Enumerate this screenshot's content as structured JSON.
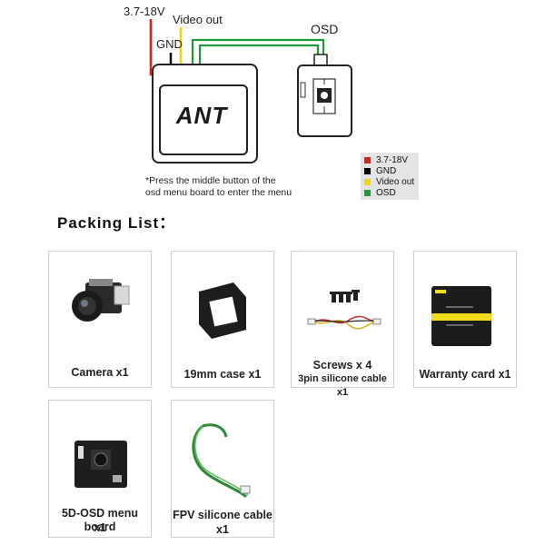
{
  "diagram": {
    "power_label": "3.7-18V",
    "gnd_label": "GND",
    "video_label": "Video out",
    "osd_label": "OSD",
    "camera_logo": "ANT",
    "note_line1": "*Press the middle button of the",
    "note_line2": "osd menu board to enter the menu",
    "legend": [
      {
        "label": "3.7-18V",
        "color": "#e01e1e"
      },
      {
        "label": "GND",
        "color": "#000000"
      },
      {
        "label": "Video out",
        "color": "#f2d40a"
      },
      {
        "label": "OSD",
        "color": "#1f9a3a"
      }
    ]
  },
  "packing": {
    "title": "Packing List：",
    "items": [
      {
        "line1": "Camera x1",
        "line2": ""
      },
      {
        "line1": "19mm case x1",
        "line2": ""
      },
      {
        "line1": "Screws x 4",
        "line2": "3pin silicone cable x1"
      },
      {
        "line1": "Warranty card x1",
        "line2": ""
      },
      {
        "line1": "5D-OSD menu board",
        "line2": "x1"
      },
      {
        "line1": "FPV silicone cable",
        "line2": "x1"
      }
    ]
  },
  "colors": {
    "wire_red": "#e01e1e",
    "wire_black": "#111111",
    "wire_yellow": "#f2d40a",
    "wire_green": "#1f9a3a",
    "card_yellow": "#f3dc1c"
  }
}
